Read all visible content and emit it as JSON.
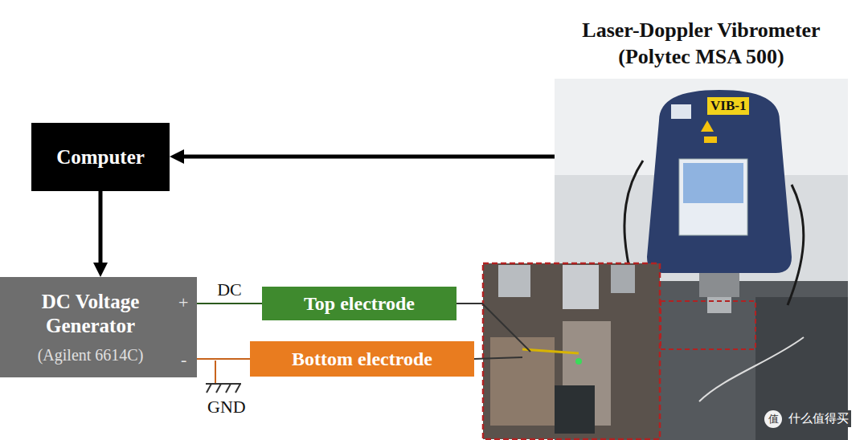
{
  "diagram": {
    "nodes": [
      {
        "text": [
          "Laser-Doppler Vibrometer (Polytec MSA 500)"
        ]
      },
      {
        "text": [
          "Computer"
        ]
      },
      {
        "text": [
          "DC Voltage Generator",
          "(Agilent 6614C)",
          "+",
          "-"
        ]
      },
      {
        "text": [
          "Top electrode"
        ]
      },
      {
        "text": [
          "Bottom electrode"
        ]
      }
    ],
    "edges": [
      {
        "from": 0,
        "to": 1,
        "arrow": "to"
      },
      {
        "from": 1,
        "to": 2,
        "arrow": "to"
      },
      {
        "from": 2,
        "to": 3,
        "label": "DC",
        "arrow": "none"
      },
      {
        "from": 2,
        "to": 4,
        "arrow": "none"
      }
    ],
    "labels": [
      "GND",
      "VIB-1",
      "值",
      "什么值得买"
    ]
  }
}
